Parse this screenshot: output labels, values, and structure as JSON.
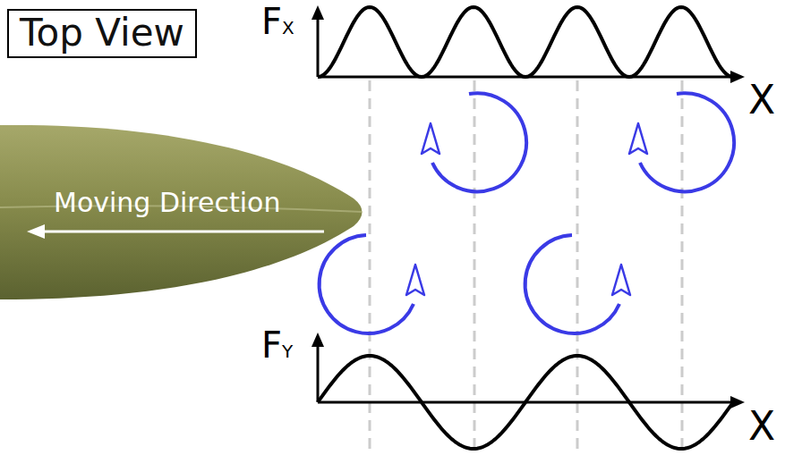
{
  "diagram": {
    "nodes": [
      {
        "text": [
          "Top View"
        ]
      }
    ],
    "labels": [
      "FX",
      "X",
      "Moving Direction",
      "FY",
      "X"
    ]
  }
}
